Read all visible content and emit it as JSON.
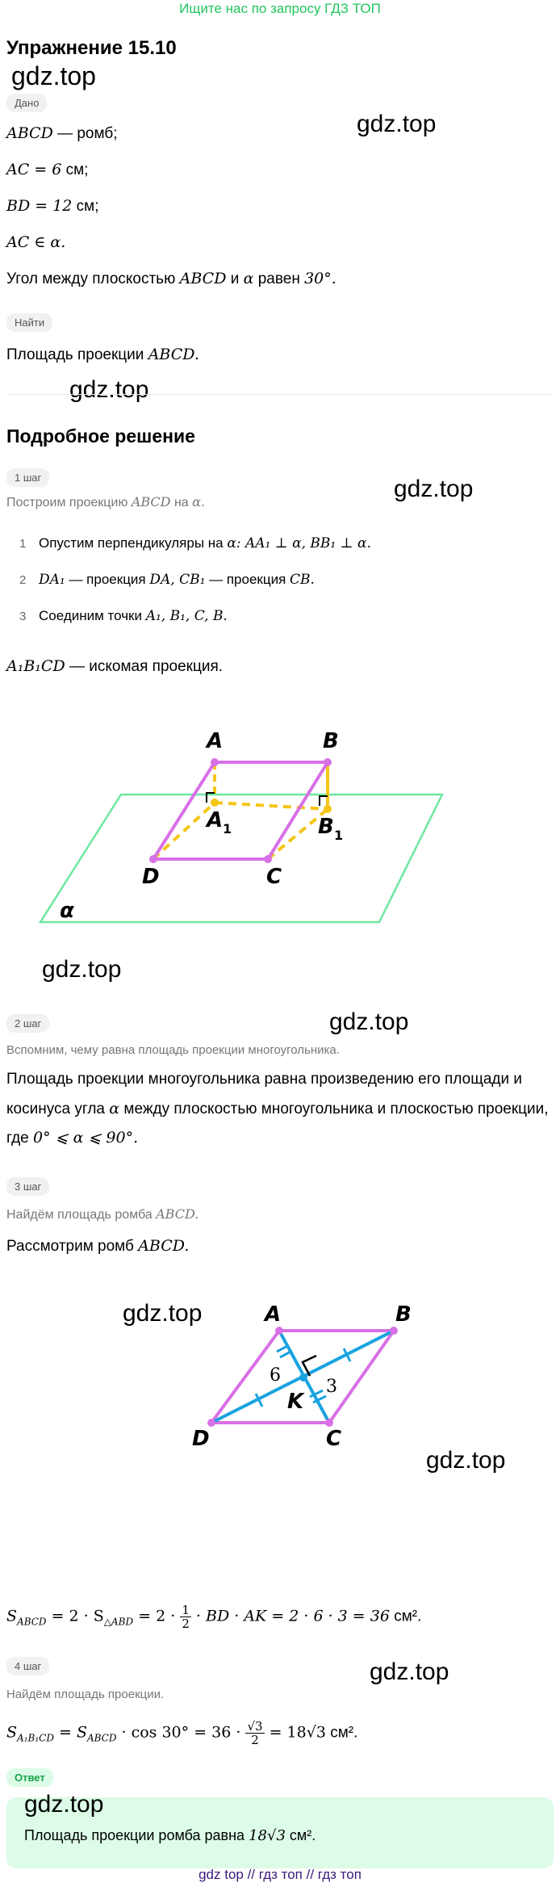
{
  "banner": "Ищите нас по запросу ГДЗ ТОП",
  "title": "Упражнение 15.10",
  "watermark": "gdz.top",
  "given": {
    "badge": "Дано",
    "l1_math": "ABCD",
    "l1_text": " — ромб;",
    "l2_math": "AC = 6",
    "l2_text": " см;",
    "l3_math": "BD = 12",
    "l3_text": " см;",
    "l4_math": "AC ∈ α.",
    "l5_text1": "Угол между плоскостью ",
    "l5_math1": "ABCD",
    "l5_text2": " и ",
    "l5_math2": "α",
    "l5_text3": " равен ",
    "l5_math3": "30°."
  },
  "find": {
    "badge": "Найти",
    "text": "Площадь проекции ",
    "math": "ABCD."
  },
  "solution_title": "Подробное решение",
  "step1": {
    "badge": "1 шаг",
    "desc_text": "Построим проекцию ",
    "desc_math": "ABCD",
    "desc_text2": " на ",
    "desc_math2": "α.",
    "items": [
      {
        "num": "1",
        "text": "Опустим перпендикуляры на ",
        "math": "α: AA₁ ⊥ α, BB₁ ⊥ α."
      },
      {
        "num": "2",
        "math_pre": "DA₁",
        "text": " — проекция ",
        "math": "DA, CB₁",
        "text2": " — проекция ",
        "math2": "CB."
      },
      {
        "num": "3",
        "text": "Соединим точки ",
        "math": "A₁, B₁, C, B."
      }
    ],
    "result_math": "A₁B₁CD",
    "result_text": " — искомая проекция."
  },
  "figure1": {
    "labels": {
      "A": "A",
      "B": "B",
      "A1": "A",
      "A1_sub": "1",
      "B1": "B",
      "B1_sub": "1",
      "C": "C",
      "D": "D",
      "alpha": "α"
    },
    "colors": {
      "plane": "#6ee7a0",
      "rhombus": "#d870e6",
      "dashed": "#f5c518",
      "vertical": "#f5c518"
    }
  },
  "step2": {
    "badge": "2 шаг",
    "desc": "Вспомним, чему равна площадь проекции многоугольника.",
    "p1": "Площадь проекции многоугольника равна произведению его площади и",
    "p2_text1": "косинуса угла ",
    "p2_math": "α",
    "p2_text2": " между плоскостью многоугольника и плоскостью проекции,",
    "p3_text": "где ",
    "p3_math": "0° ⩽ α ⩽ 90°."
  },
  "step3": {
    "badge": "3 шаг",
    "desc_text": "Найдём площадь ромба ",
    "desc_math": "ABCD.",
    "line_text": "Рассмотрим ромб ",
    "line_math": "ABCD."
  },
  "figure2": {
    "labels": {
      "A": "A",
      "B": "B",
      "C": "C",
      "D": "D",
      "K": "K",
      "six": "6",
      "three": "3"
    },
    "colors": {
      "rhombus": "#d870e6",
      "diagonals": "#1aa3e0"
    }
  },
  "formula1": "S_ABCD = 2 · S_△ABD = 2 · ½ · BD · AK = 2 · 6 · 3 = 36",
  "formula1_parts": {
    "S": "S",
    "S_sub": "ABCD",
    "eq1": " = 2 · S",
    "S2_sub": "△ABD",
    "eq2": " = 2 · ",
    "frac_num": "1",
    "frac_den": "2",
    "eq3": " · BD · AK = 2 · 6 · 3 = 36",
    "unit": " см²."
  },
  "step4": {
    "badge": "4 шаг",
    "desc": "Найдём площадь проекции.",
    "S": "S",
    "S_sub": "A₁B₁CD",
    "eq1": " = S",
    "S2_sub": "ABCD",
    "eq2": " · cos 30° = 36 · ",
    "frac_num": "√3",
    "frac_den": "2",
    "eq3": " = 18√3",
    "unit": " см²."
  },
  "answer": {
    "badge": "Ответ",
    "text": "Площадь проекции ромба равна ",
    "math": "18√3",
    "unit": " см²."
  },
  "footer": "gdz top  //  гдз топ  //  гдз топ"
}
